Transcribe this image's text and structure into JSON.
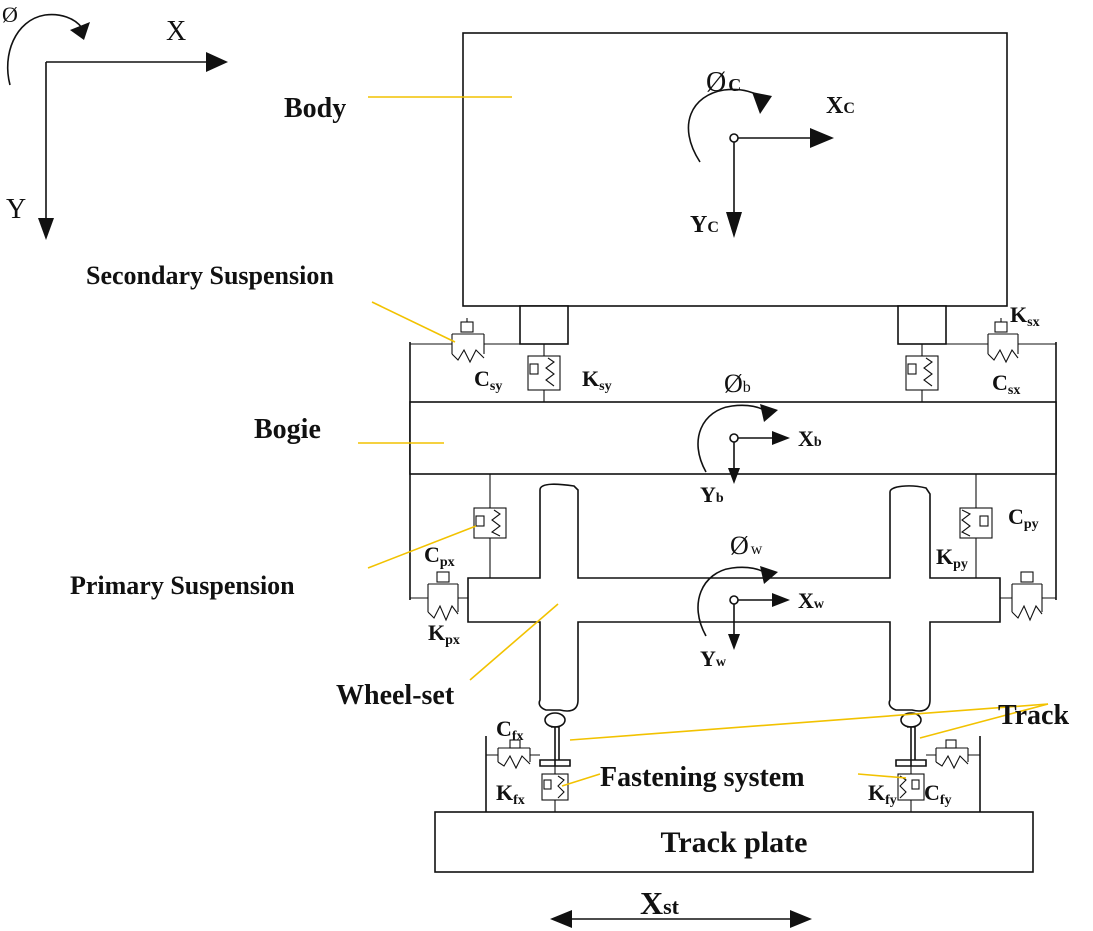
{
  "coordinate_frame": {
    "phi": "Ø",
    "x": "X",
    "y": "Y"
  },
  "body": {
    "label": "Body",
    "phi": "Ø",
    "phi_sub": "C",
    "x": "X",
    "x_sub": "C",
    "y": "Y",
    "y_sub": "C"
  },
  "secondary_suspension": {
    "label": "Secondary Suspension",
    "c_sy": {
      "base": "C",
      "sub": "sy"
    },
    "k_sy": {
      "base": "K",
      "sub": "sy"
    },
    "k_sx": {
      "base": "K",
      "sub": "sx"
    },
    "c_sx": {
      "base": "C",
      "sub": "sx"
    }
  },
  "bogie": {
    "label": "Bogie",
    "phi": "Ø",
    "phi_sub": "b",
    "x": "X",
    "x_sub": "b",
    "y": "Y",
    "y_sub": "b"
  },
  "primary_suspension": {
    "label": "Primary Suspension",
    "c_px": {
      "base": "C",
      "sub": "px"
    },
    "k_px": {
      "base": "K",
      "sub": "px"
    },
    "c_py": {
      "base": "C",
      "sub": "py"
    },
    "k_py": {
      "base": "K",
      "sub": "py"
    }
  },
  "wheelset": {
    "label": "Wheel-set",
    "phi": "Ø",
    "phi_sub": "w",
    "x": "X",
    "x_sub": "w",
    "y": "Y",
    "y_sub": "w"
  },
  "track": {
    "label": "Track"
  },
  "fastening_system": {
    "label": "Fastening system",
    "c_fx": {
      "base": "C",
      "sub": "fx"
    },
    "k_fx": {
      "base": "K",
      "sub": "fx"
    },
    "k_fy": {
      "base": "K",
      "sub": "fy"
    },
    "c_fy": {
      "base": "C",
      "sub": "fy"
    }
  },
  "track_plate": {
    "label": "Track plate"
  },
  "displacement": {
    "base": "X",
    "sub": "st"
  },
  "colors": {
    "line": "#111111",
    "leader": "#f2c200",
    "background": "#ffffff"
  }
}
